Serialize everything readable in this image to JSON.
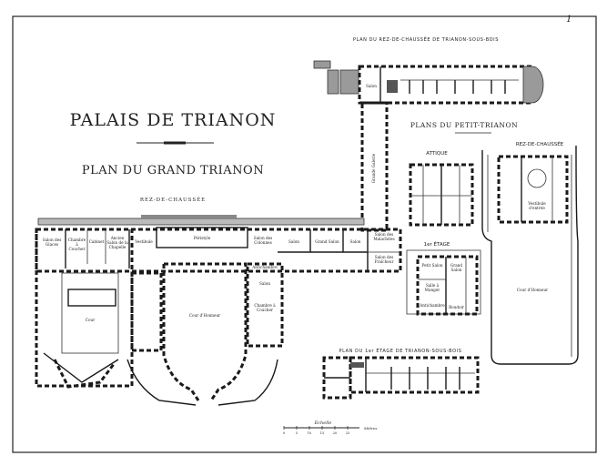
{
  "page_number": "1",
  "title": "PALAIS DE TRIANON",
  "subtitle": "PLAN DU GRAND TRIANON",
  "grand_trianon_level": "REZ-DE-CHAUSSÉE",
  "trianon_sous_bois": {
    "ground_label": "PLAN DU REZ-DE-CHAUSSÉE DE TRIANON-SOUS-BOIS",
    "first_label": "PLAN DU 1er ÉTAGE DE TRIANON-SOUS-BOIS",
    "rooms": {
      "salon": "Salon",
      "galerie": "Grande Galerie"
    }
  },
  "grand_trianon_rooms": {
    "salon_glaces": "Salon des Glaces",
    "chambre_coucher": "Chambre à Coucher",
    "cabinet": "Cabinet",
    "salon_chapelle": "Ancien Salon de la Chapelle",
    "vestibule": "Vestibule",
    "peristyle": "Péristyle",
    "salon_colonnes": "Salon des Colonnes",
    "salon": "Salon",
    "grand_salon": "Grand Salon",
    "salon2": "Salon",
    "salon_malachites": "Salon des Malachites",
    "salon_frais": "Salon des Fraîcheur",
    "antichambre": "Antichambre",
    "salon3": "Salon",
    "chambre2": "Chambre à Coucher",
    "cour": "Cour",
    "cour_honneur": "Cour d'Honneur"
  },
  "petit_trianon": {
    "title": "PLANS DU PETIT-TRIANON",
    "attique": "ATTIQUE",
    "rez": "REZ-DE-CHAUSSÉE",
    "etage": "1er ÉTAGE",
    "cour_honneur": "Cour d'Honneur",
    "vestibule": "Vestibule d'entrée",
    "rooms": {
      "petit_salon": "Petit Salon",
      "grand_salon": "Grand Salon",
      "salle_manger": "Salle à Manger",
      "antichambre": "Antichambre",
      "boudoir": "Boudoir"
    }
  },
  "scale": {
    "label": "Échelle",
    "ticks": [
      "0",
      "5",
      "10",
      "15",
      "20",
      "25"
    ],
    "unit": "Mètres"
  }
}
